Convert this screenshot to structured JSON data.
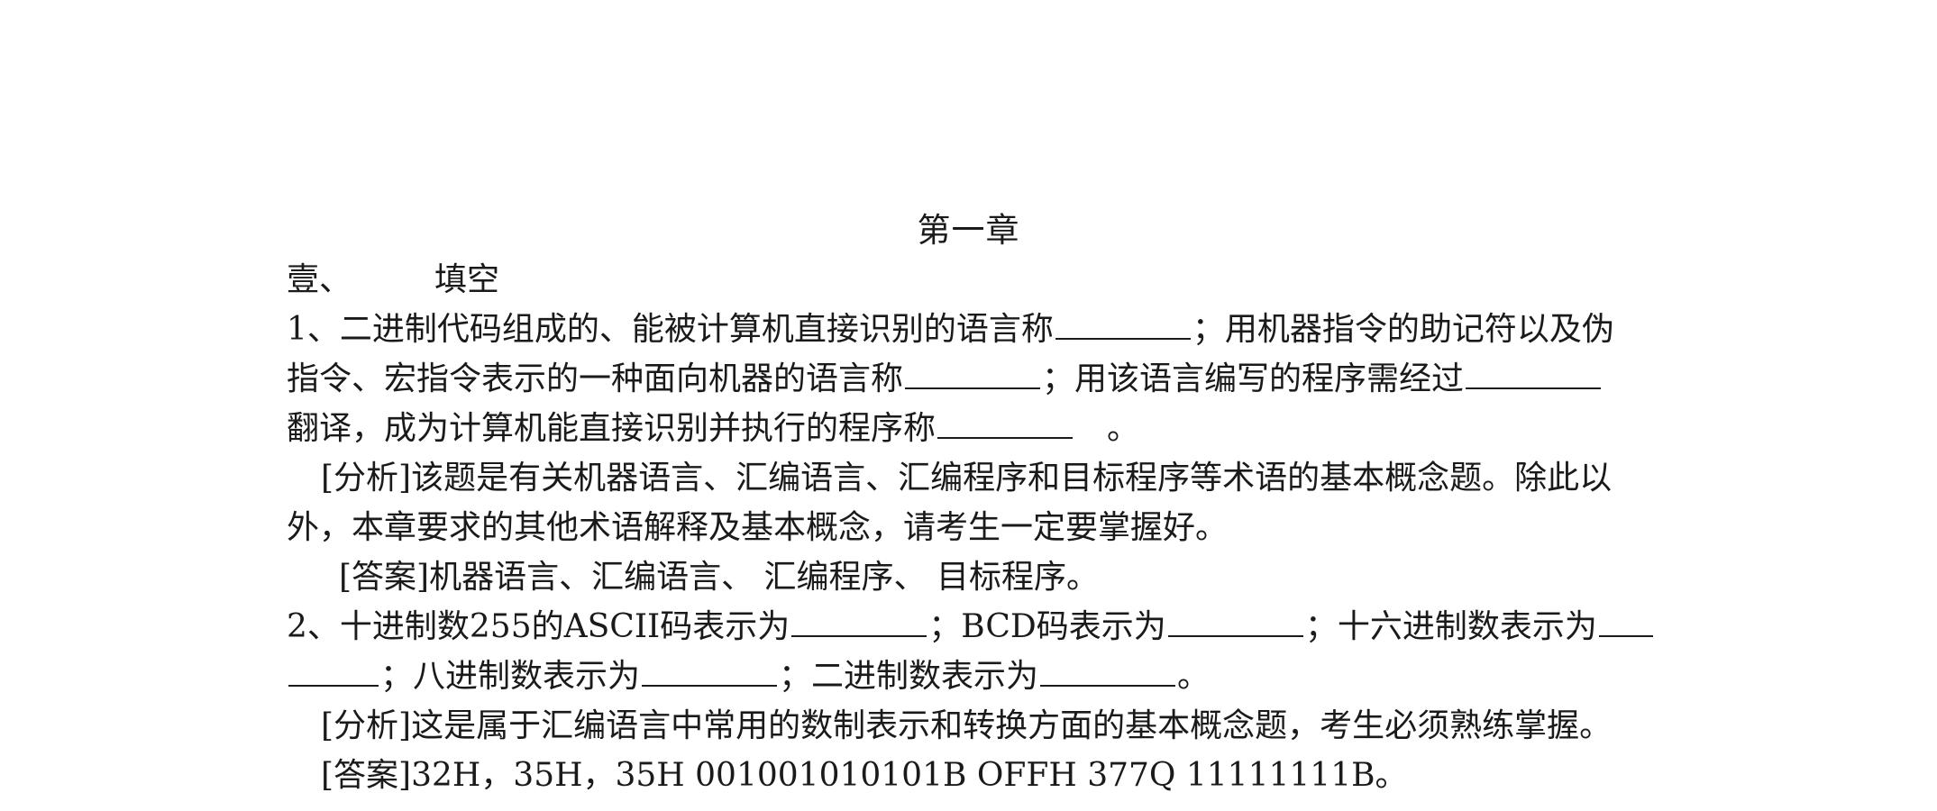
{
  "chapter_title": "第一章",
  "section": {
    "number": "壹、",
    "title": "填空"
  },
  "q1": {
    "part_a": "1、二进制代码组成的、能被计算机直接识别的语言称",
    "part_b": "；用机器指令的助记符以及伪",
    "part_c": "指令、宏指令表示的一种面向机器的语言称",
    "part_d": "；用该语言编写的程序需经过",
    "part_e": "翻译，成为计算机能直接识别并执行的程序称",
    "part_f": "。",
    "analysis_line1": "[分析]该题是有关机器语言、汇编语言、汇编程序和目标程序等术语的基本概念题。除此以",
    "analysis_line2": "外，本章要求的其他术语解释及基本概念，请考生一定要掌握好。",
    "answer": "[答案]机器语言、汇编语言、 汇编程序、  目标程序。"
  },
  "q2": {
    "part_a": "2、十进制数255的ASCII码表示为",
    "part_b": "；BCD码表示为",
    "part_c": "；十六进制数表示为",
    "part_d": "；八进制数表示为",
    "part_e": "；二进制数表示为",
    "part_f": "。",
    "analysis": "[分析]这是属于汇编语言中常用的数制表示和转换方面的基本概念题，考生必须熟练掌握。",
    "answer": "[答案]32H，35H，35H 001001010101B  OFFH 377Q  11111111B。"
  }
}
